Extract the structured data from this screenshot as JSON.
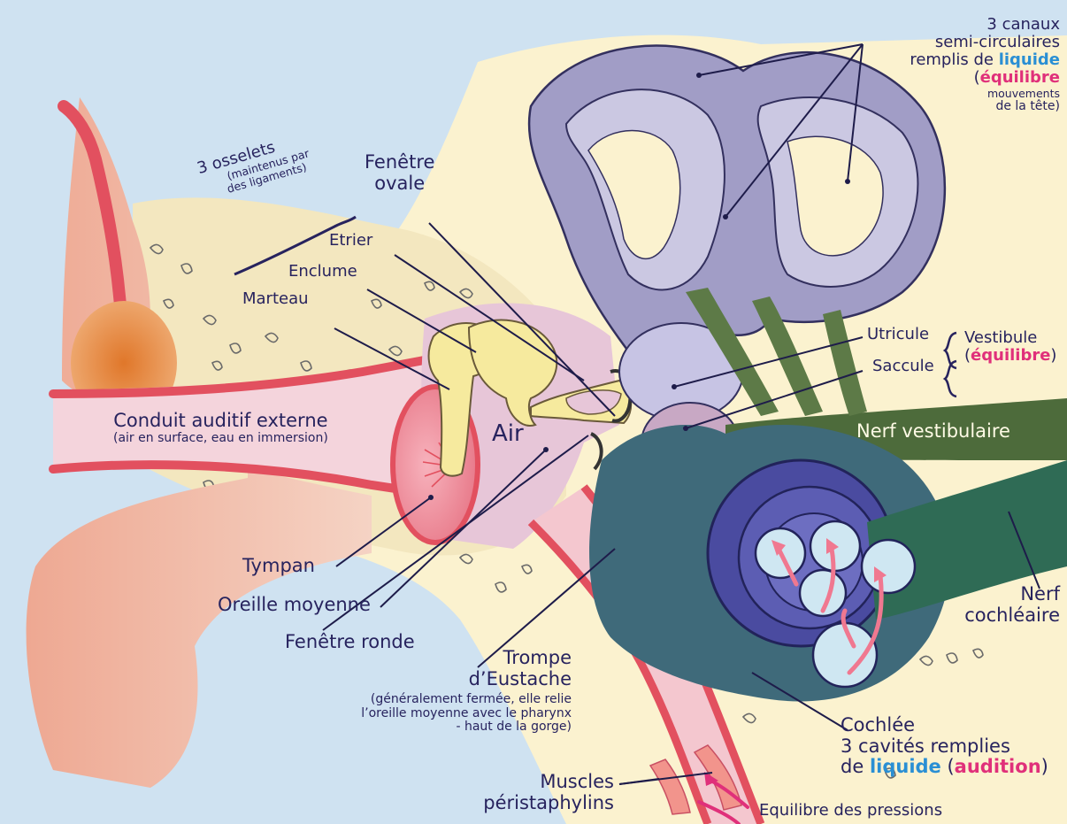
{
  "labels": {
    "canaux_l1": "3 canaux",
    "canaux_l2": "semi-circulaires",
    "canaux_l3a": "remplis de ",
    "canaux_l3b": "liquide",
    "canaux_l4a": "(",
    "canaux_l4b": "équilibre",
    "canaux_l5": "mouvements",
    "canaux_l6": "de la tête)",
    "osselets_l1": "3 osselets",
    "osselets_l2": "(maintenus par",
    "osselets_l3": "des ligaments)",
    "fenetre_ovale_l1": "Fenêtre",
    "fenetre_ovale_l2": "ovale",
    "etrier": "Etrier",
    "enclume": "Enclume",
    "marteau": "Marteau",
    "utricule": "Utricule",
    "saccule": "Saccule",
    "vestibule_l1": "Vestibule",
    "vestibule_l2a": "(",
    "vestibule_l2b": "équilibre",
    "vestibule_l2c": ")",
    "nerf_vestibulaire": "Nerf vestibulaire",
    "conduit_l1": "Conduit auditif externe",
    "conduit_l2": "(air en surface, eau en immersion)",
    "air": "Air",
    "tympan": "Tympan",
    "oreille_moyenne": "Oreille moyenne",
    "fenetre_ronde": "Fenêtre ronde",
    "trompe_l1": "Trompe",
    "trompe_l2": "d’Eustache",
    "trompe_l3": "(généralement fermée, elle relie",
    "trompe_l4": "l’oreille moyenne avec le pharynx",
    "trompe_l5": "- haut de la gorge)",
    "nerf_cochleaire_l1": "Nerf",
    "nerf_cochleaire_l2": "cochléaire",
    "cochlee_l1": "Cochlée",
    "cochlee_l2": "3 cavités remplies",
    "cochlee_l3a": "de ",
    "cochlee_l3b": "liquide",
    "cochlee_l3c": " (",
    "cochlee_l3d": "audition",
    "cochlee_l3e": ")",
    "muscles_l1": "Muscles",
    "muscles_l2": "péristaphylins",
    "equilibre_pressions": "Equilibre des pressions"
  },
  "colors": {
    "background": "#cfe2f1",
    "bone": "#f3e7bf",
    "skin": "#e9a9a3",
    "canal_red": "#e2505f",
    "ossicle": "#f6ea9e",
    "labyrinth": "#8f8bb8",
    "cochlea": "#3b3d8e",
    "nerve": "#4d6b3b",
    "text": "#27235e",
    "liquid_blue": "#2a8fd4",
    "pink": "#e0307a"
  }
}
